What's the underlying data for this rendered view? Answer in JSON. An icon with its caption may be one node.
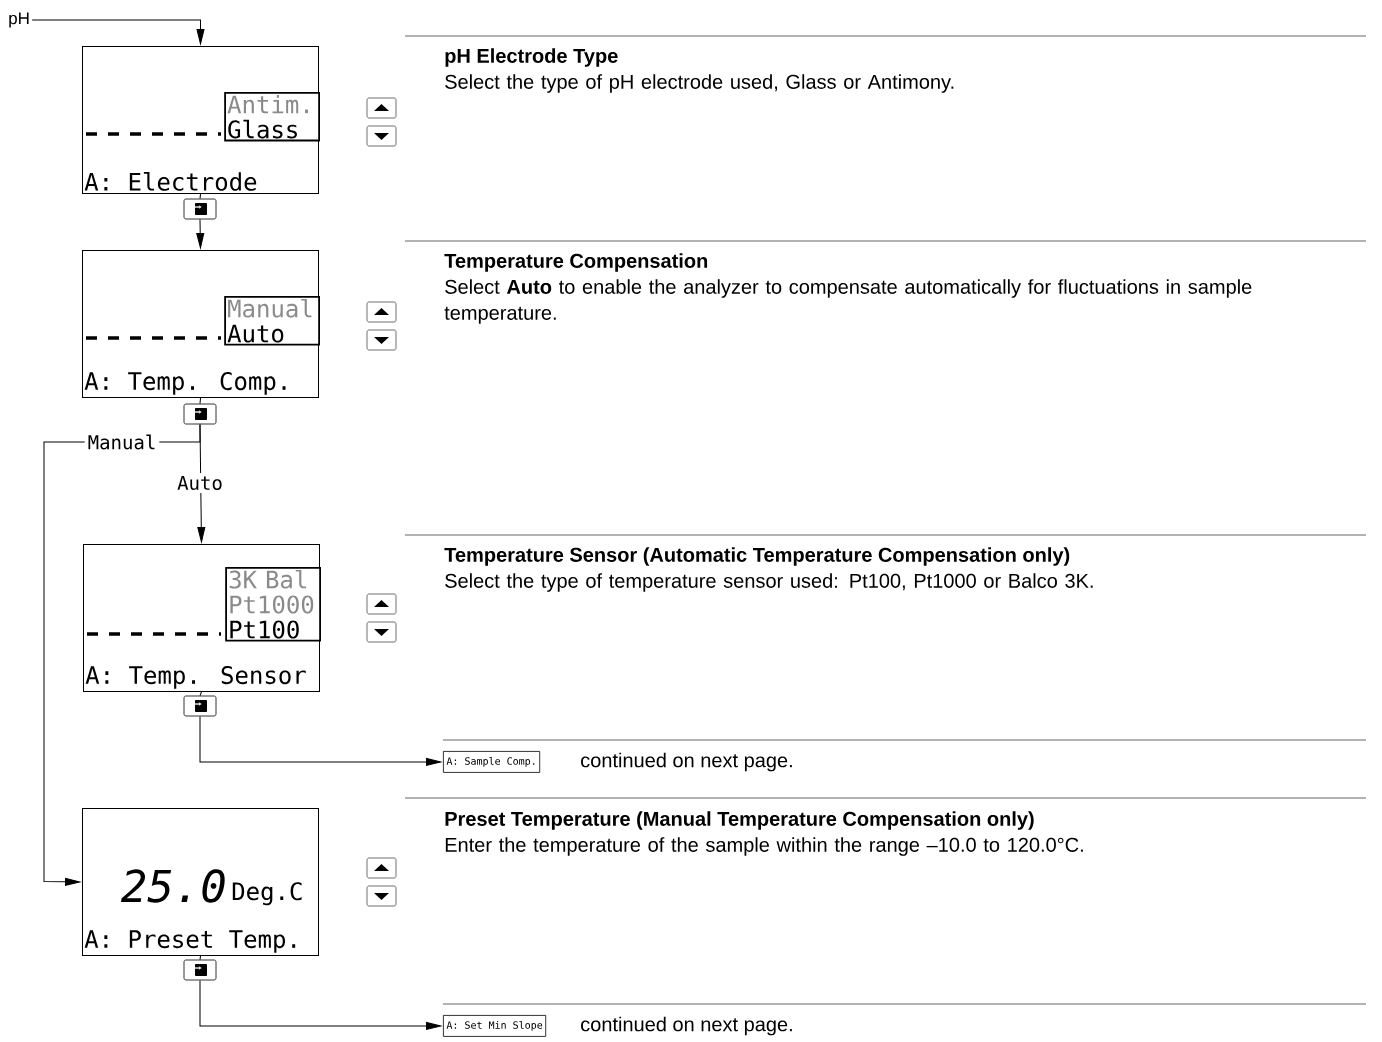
{
  "diagram": {
    "nodes": [
      {
        "text": [
          "pH"
        ]
      },
      {
        "text": [
          "A: Electrode"
        ]
      },
      {
        "text": [
          "Antim.",
          "Glass"
        ],
        "in": 1
      },
      {
        "text": [],
        "shape": "box"
      },
      {
        "text": [
          "A: Temp. Comp."
        ]
      },
      {
        "text": [
          "Manual",
          "Auto"
        ],
        "in": 4
      },
      {
        "text": [],
        "shape": "box"
      },
      {
        "text": [
          "A: Temp. Sensor"
        ]
      },
      {
        "text": [
          "3K Bal",
          "Pt1000",
          "Pt100"
        ],
        "in": 7
      },
      {
        "text": [],
        "shape": "box"
      },
      {
        "text": [
          "25.0",
          "Deg.C",
          "A: Preset Temp."
        ]
      },
      {
        "text": [],
        "shape": "box"
      },
      {
        "text": [
          "A: Sample Comp."
        ],
        "beside": [
          "continued on next page."
        ]
      },
      {
        "text": [
          "A: Set Min Slope"
        ],
        "beside": [
          "continued on next page."
        ]
      }
    ],
    "edges": [
      {
        "from": 0,
        "to": 1,
        "arrow": "to"
      },
      {
        "from": 1,
        "to": 3,
        "arrow": "none"
      },
      {
        "from": 3,
        "to": 4,
        "arrow": "to"
      },
      {
        "from": 4,
        "to": 6,
        "arrow": "none"
      },
      {
        "from": 6,
        "to": 7,
        "arrow": "to",
        "label": "Auto"
      },
      {
        "from": 6,
        "to": 10,
        "arrow": "to",
        "label": "Manual"
      },
      {
        "from": 7,
        "to": 9,
        "arrow": "none"
      },
      {
        "from": 9,
        "to": 12,
        "arrow": "to"
      },
      {
        "from": 10,
        "to": 11,
        "arrow": "none"
      },
      {
        "from": 11,
        "to": 13,
        "arrow": "to"
      }
    ],
    "labels": [
      "pH Electrode Type",
      "Select the type of pH electrode used, Glass or Antimony.",
      "Temperature Compensation",
      "Select **Auto** to enable the analyzer to compensate automatically for fluctuations in sample temperature.",
      "Temperature Sensor (Automatic Temperature Compensation only)",
      "Select the type of temperature sensor used: Pt100, Pt1000 or Balco 3K.",
      "Preset Temperature (Manual Temperature Compensation only)",
      "Enter the temperature of the sample within the range –10.0 to 120.0°C."
    ]
  }
}
